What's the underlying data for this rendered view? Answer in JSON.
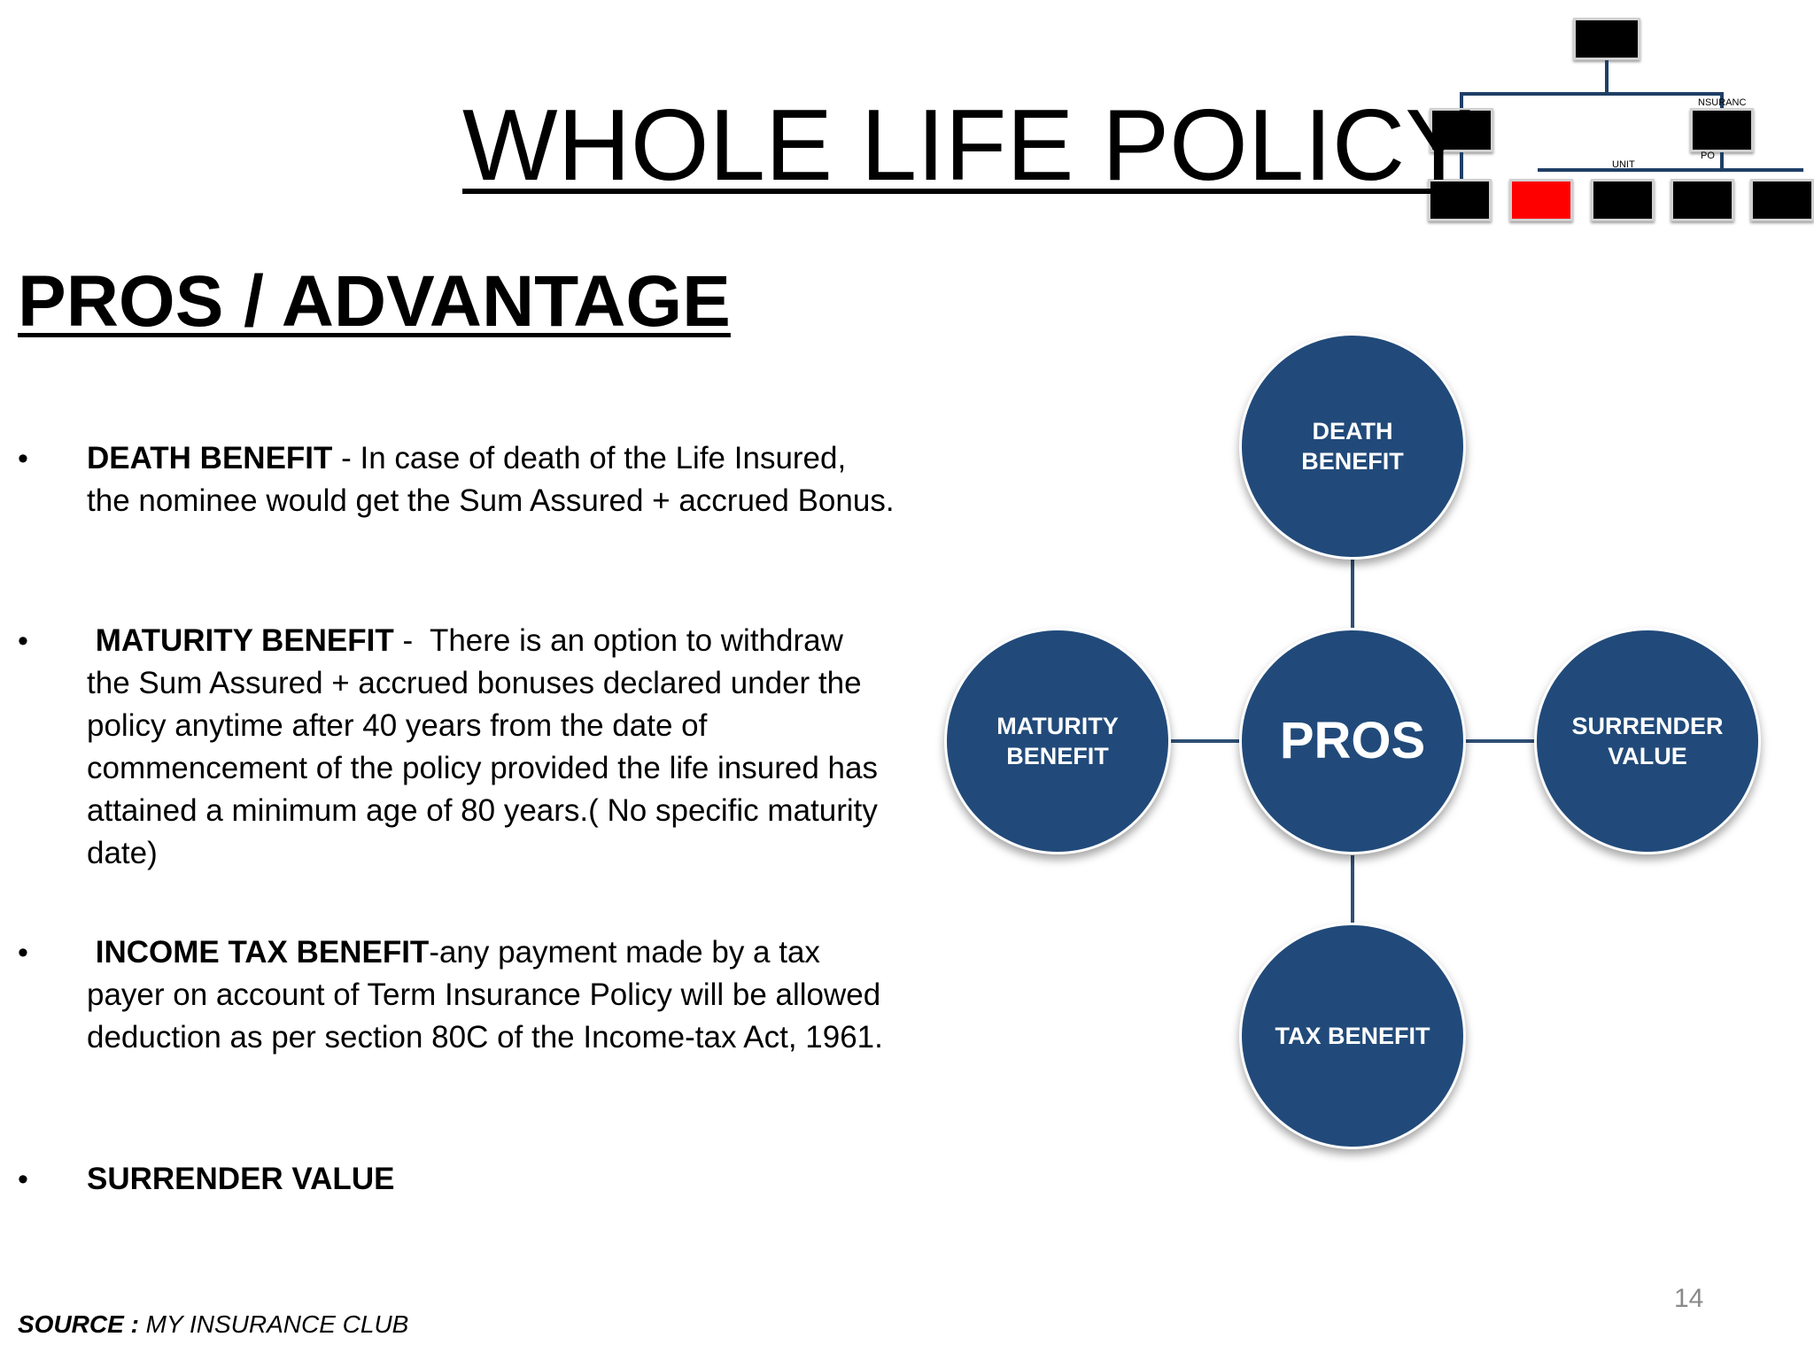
{
  "title": "WHOLE LIFE POLICY",
  "heading": "PROS / ADVANTAGE",
  "bullet_symbol": "•",
  "bullets": [
    {
      "term": "DEATH BENEFIT",
      "text": " - In case of death of the Life Insured, the nominee would get the Sum Assured + accrued Bonus."
    },
    {
      "term": " MATURITY BENEFIT",
      "text": " -  There is an option to withdraw the Sum Assured + accrued bonuses declared under the policy anytime after 40 years from the date of commencement of the policy provided the life insured has attained a minimum age of 80 years.( No specific maturity date)"
    },
    {
      "term": " INCOME TAX BENEFIT",
      "text": "-any payment made by a tax payer on account of Term Insurance Policy will be allowed deduction as per section 80C of the Income-tax Act, 1961."
    },
    {
      "term": "SURRENDER VALUE",
      "text": ""
    }
  ],
  "diagram": {
    "center": "PROS",
    "top": "DEATH BENEFIT",
    "left": "MATURITY BENEFIT",
    "right": "SURRENDER VALUE",
    "bottom": "TAX BENEFIT"
  },
  "mini_chart": {
    "label_top": "NSURANC",
    "label_mid": "UNIT",
    "label_po": "PO"
  },
  "source": {
    "label": "SOURCE :",
    "value": " MY INSURANCE CLUB"
  },
  "page_number": "14",
  "colors": {
    "circle_fill": "#214a7a",
    "connector": "#2f4f74",
    "highlight_box": "#ff0000"
  }
}
